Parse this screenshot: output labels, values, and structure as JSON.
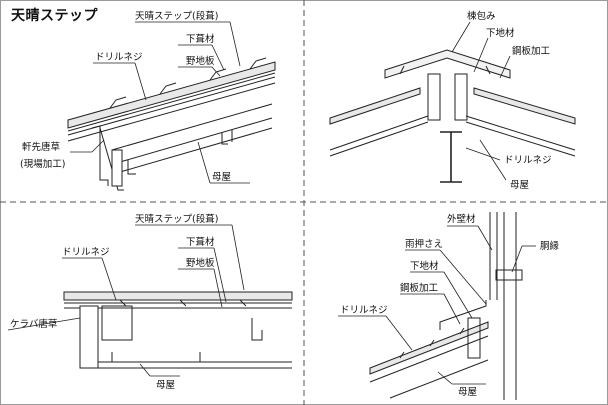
{
  "title": "天晴ステップ",
  "panels": {
    "top_left": {
      "labels": {
        "step": "天晴ステップ(段葺)",
        "underlay": "下葺材",
        "sheathing": "野地板",
        "screw": "ドリルネジ",
        "eave_line1": "軒先唐草",
        "eave_line2": "(現場加工)",
        "purlin": "母屋"
      }
    },
    "top_right": {
      "labels": {
        "ridge": "棟包み",
        "substrate": "下地材",
        "steel": "鋼板加工",
        "screw": "ドリルネジ",
        "purlin": "母屋"
      }
    },
    "bottom_left": {
      "labels": {
        "step": "天晴ステップ(段葺)",
        "underlay": "下葺材",
        "sheathing": "野地板",
        "screw": "ドリルネジ",
        "verge": "ケラバ唐草",
        "purlin": "母屋"
      }
    },
    "bottom_right": {
      "labels": {
        "wall": "外壁材",
        "rain_cover": "雨押さえ",
        "substrate": "下地材",
        "steel": "鋼板加工",
        "screw": "ドリルネジ",
        "sill": "胴縁",
        "purlin": "母屋"
      }
    }
  }
}
